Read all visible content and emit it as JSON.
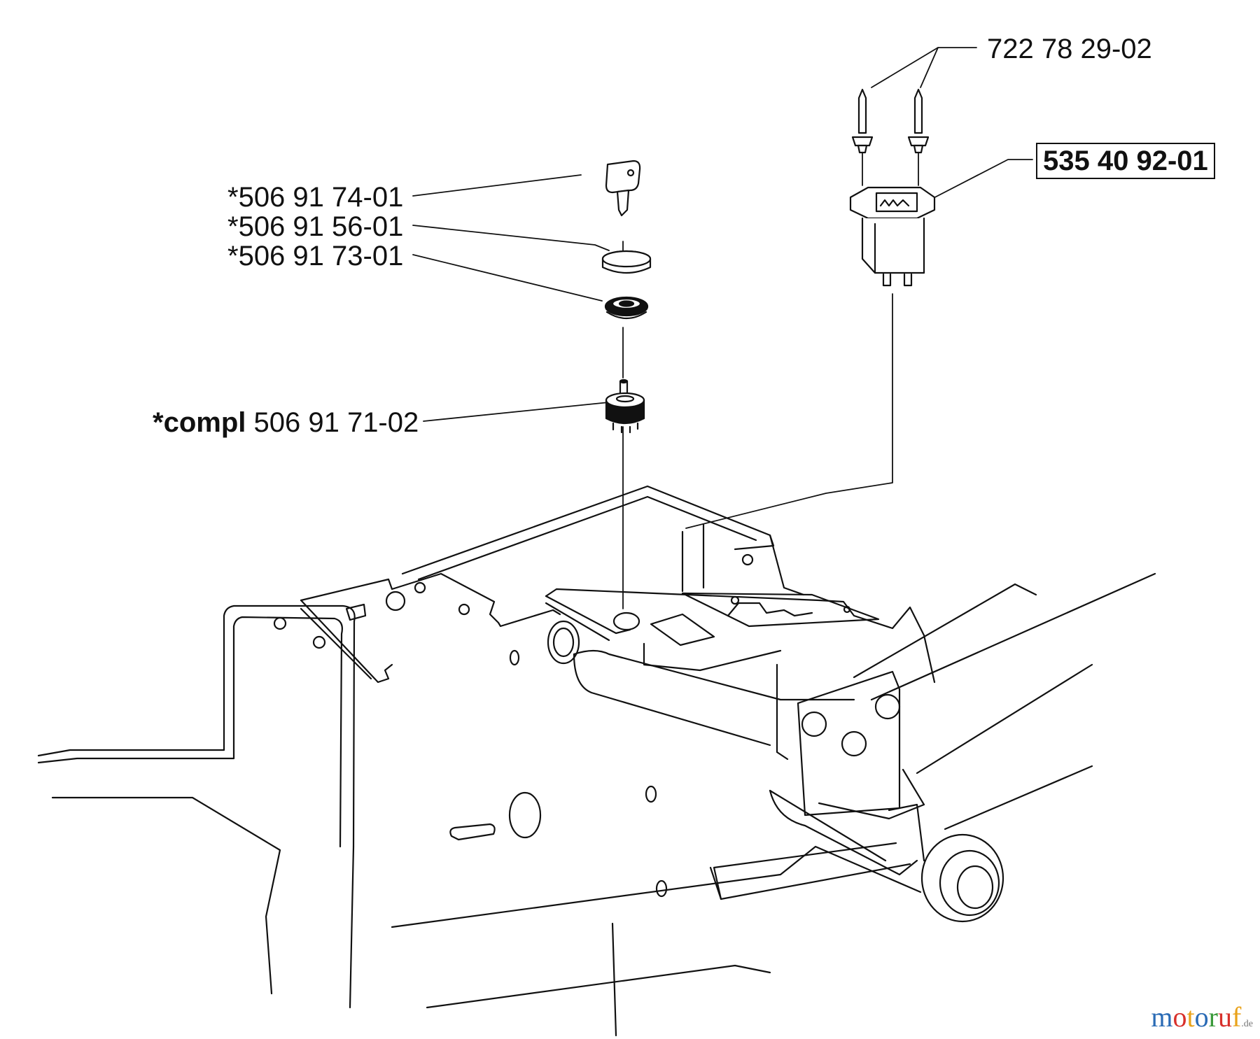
{
  "parts": {
    "key": "*506 91 74-01",
    "cap": "*506 91 56-01",
    "nut": "*506 91 73-01",
    "ignition_prefix": "*compl",
    "ignition_number": "506 91 71-02",
    "screws": "722 78 29-02",
    "switch": "535 40 92-01"
  },
  "watermark": {
    "letters": [
      "m",
      "o",
      "t",
      "o",
      "r",
      "u",
      "f"
    ],
    "colors": [
      "#2a6bb5",
      "#d8302b",
      "#e9a21a",
      "#2a6bb5",
      "#3b9a3b",
      "#d8302b",
      "#e9a21a"
    ],
    "suffix": ".de"
  }
}
